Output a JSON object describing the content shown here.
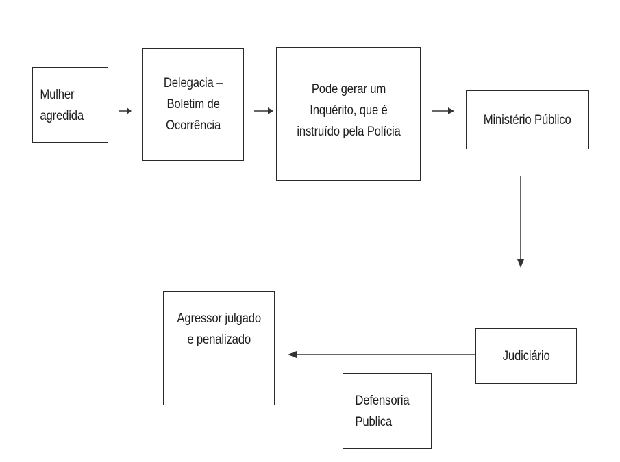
{
  "diagram": {
    "nodes": [
      {
        "id": "mulher",
        "lines": [
          "Mulher",
          "agredida"
        ]
      },
      {
        "id": "delegacia",
        "lines": [
          "Delegacia –",
          "Boletim de",
          "Ocorrência"
        ]
      },
      {
        "id": "inquerito",
        "lines": [
          "Pode gerar um",
          "Inquérito, que é",
          "instruído pela Polícia"
        ]
      },
      {
        "id": "ministerio",
        "lines": [
          "Ministério Público"
        ]
      },
      {
        "id": "judiciario",
        "lines": [
          "Judiciário"
        ]
      },
      {
        "id": "agressor",
        "lines": [
          "Agressor julgado",
          "e penalizado"
        ]
      },
      {
        "id": "defensoria",
        "lines": [
          "Defensoria",
          "Publica"
        ]
      }
    ],
    "edges": [
      {
        "from": "mulher",
        "to": "delegacia"
      },
      {
        "from": "delegacia",
        "to": "inquerito"
      },
      {
        "from": "inquerito",
        "to": "ministerio"
      },
      {
        "from": "ministerio",
        "to": "judiciario"
      },
      {
        "from": "judiciario",
        "to": "agressor"
      }
    ],
    "colors": {
      "stroke": "#2a2a2a",
      "text": "#1e1e1e",
      "background": "#ffffff"
    }
  }
}
